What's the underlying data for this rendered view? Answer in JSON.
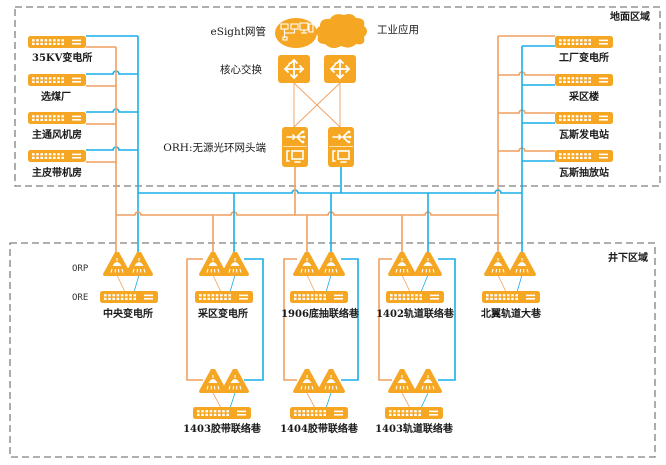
{
  "colors": {
    "device": "#F5A623",
    "orange_link": "#F0A060",
    "blue_link": "#1AADE8",
    "zone_border": "#7f7f7f"
  },
  "zones": {
    "surface": "地面区域",
    "underground": "井下区域"
  },
  "core": {
    "esight_label": "eSight网管",
    "app_label": "工业应用",
    "core_switch_label": "核心交换",
    "orh_label": "ORH:无源光环网头端"
  },
  "legend": {
    "orp": "ORP",
    "ore": "ORE"
  },
  "surface_left": [
    {
      "label": "35KV变电所"
    },
    {
      "label": "选煤厂"
    },
    {
      "label": "主通风机房"
    },
    {
      "label": "主皮带机房"
    }
  ],
  "surface_right": [
    {
      "label": "工厂变电所"
    },
    {
      "label": "采区楼"
    },
    {
      "label": "瓦斯发电站"
    },
    {
      "label": "瓦斯抽放站"
    }
  ],
  "underground_top": [
    {
      "label": "中央变电所"
    },
    {
      "label": "采区变电所"
    },
    {
      "label": "1906底抽联络巷"
    },
    {
      "label": "1402轨道联络巷"
    },
    {
      "label": "北翼轨道大巷"
    }
  ],
  "underground_bottom": [
    {
      "label": "1403胶带联络巷"
    },
    {
      "label": "1404胶带联络巷"
    },
    {
      "label": "1403轨道联络巷"
    }
  ]
}
